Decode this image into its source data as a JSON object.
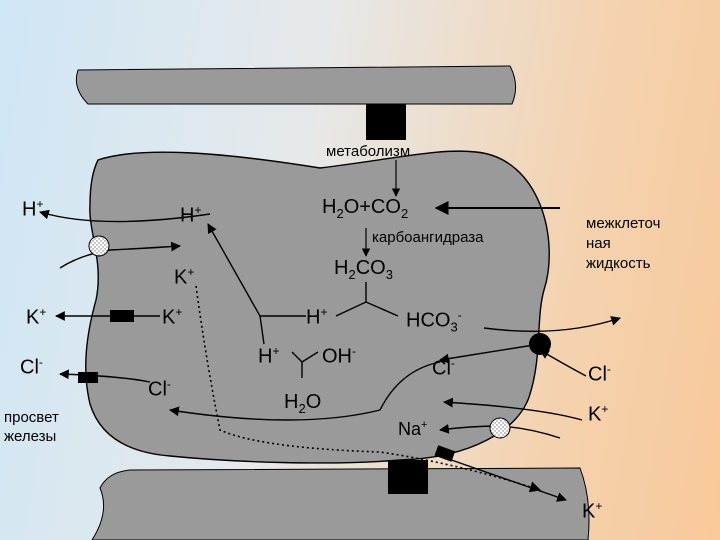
{
  "labels": {
    "metabolism": "метаболизм",
    "h2o_co2": {
      "a": "H",
      "s1": "2",
      "b": "O+CO",
      "s2": "2"
    },
    "carbonic_anhydrase": "карбоангидраза",
    "h2co3": {
      "a": "H",
      "s1": "2",
      "b": "CO",
      "s2": "3"
    },
    "interstitial_fluid": [
      "межклеточ",
      "ная",
      "жидкость"
    ],
    "gland_lumen": [
      "просвет",
      "железы"
    ],
    "hco3": {
      "a": "HCO",
      "s1": "3",
      "sup": "-"
    },
    "h2o": {
      "a": "H",
      "s1": "2",
      "b": "O"
    },
    "oh": {
      "a": "OH",
      "sup": "-"
    },
    "na": {
      "a": "Na",
      "sup": "+"
    },
    "ions": {
      "h_left": {
        "a": "H",
        "sup": "+"
      },
      "h_cell": {
        "a": "H",
        "sup": "+"
      },
      "k_cell_top": {
        "a": "K",
        "sup": "+"
      },
      "k_left": {
        "a": "K",
        "sup": "+"
      },
      "k_cell": {
        "a": "K",
        "sup": "+"
      },
      "cl_left": {
        "a": "Cl",
        "sup": "-"
      },
      "cl_cell": {
        "a": "Cl",
        "sup": "-"
      },
      "h_mid": {
        "a": "H",
        "sup": "+"
      },
      "h_low": {
        "a": "H",
        "sup": "+"
      },
      "cl_right_in": {
        "a": "Cl",
        "sup": "-"
      },
      "cl_right_out": {
        "a": "Cl",
        "sup": "-"
      },
      "k_right": {
        "a": "K",
        "sup": "+"
      },
      "k_bottom": {
        "a": "K",
        "sup": "+"
      }
    }
  },
  "colors": {
    "cell_fill": "#9a9a9a",
    "stroke": "#000000",
    "transporter_fill": "#000000",
    "carrier_fill": "#ffffff"
  }
}
